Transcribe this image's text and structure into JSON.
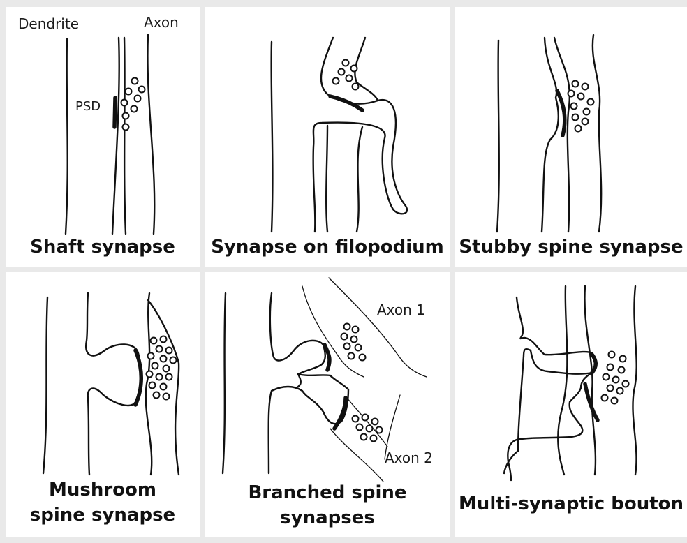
{
  "panels": [
    {
      "caption_lines": [
        "Shaft synapse"
      ],
      "labels": {
        "dendrite": "Dendrite",
        "axon": "Axon",
        "psd": "PSD"
      }
    },
    {
      "caption_lines": [
        "Synapse on filopodium"
      ]
    },
    {
      "caption_lines": [
        "Stubby spine synapse"
      ]
    },
    {
      "caption_lines": [
        "Mushroom",
        "spine synapse"
      ]
    },
    {
      "caption_lines": [
        "Branched spine",
        "synapses"
      ],
      "labels": {
        "axon1": "Axon 1",
        "axon2": "Axon 2"
      }
    },
    {
      "caption_lines": [
        "Multi-synaptic bouton"
      ]
    }
  ],
  "colors": {
    "background": "#e9e9e9",
    "panel": "#ffffff",
    "stroke": "#111111"
  }
}
